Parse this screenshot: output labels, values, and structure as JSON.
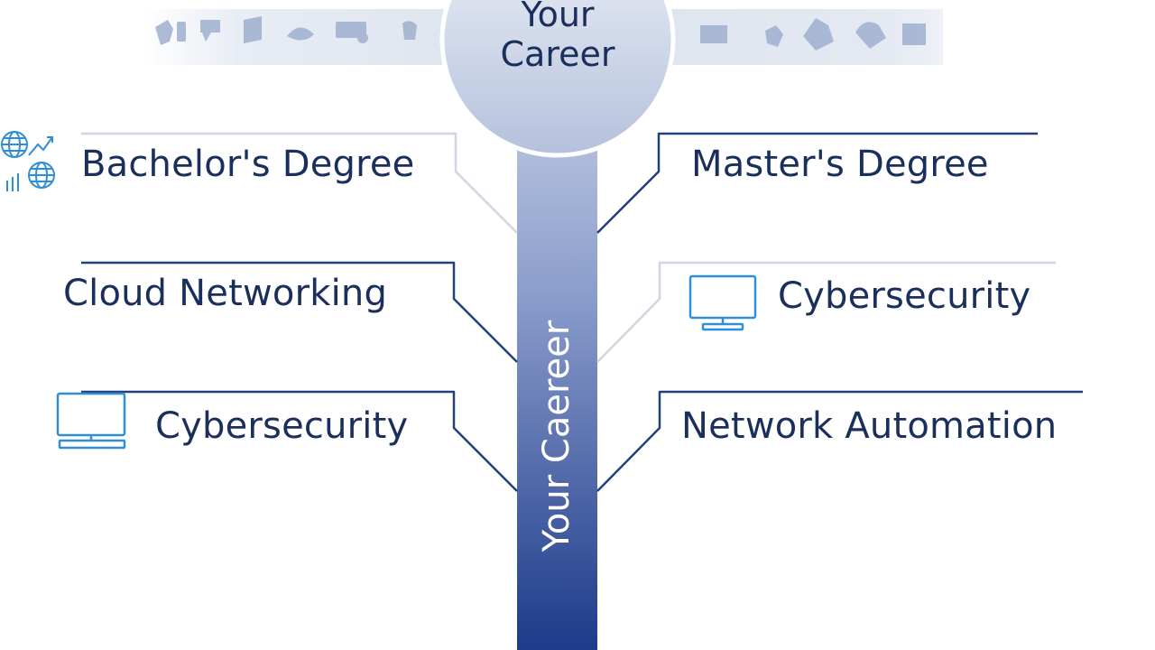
{
  "header": {
    "title_line1": "Your",
    "title_line2": "Career"
  },
  "trunk": {
    "label": "Your Caereer"
  },
  "branches": [
    {
      "label": "Bachelor's Degree",
      "side": "left",
      "icon": "network-globe-icon"
    },
    {
      "label": "Master's Degree",
      "side": "right",
      "icon": ""
    },
    {
      "label": "Cloud Networking",
      "side": "left",
      "icon": ""
    },
    {
      "label": "Cybersecurity",
      "side": "right",
      "icon": "monitor-icon"
    },
    {
      "label": "Cybersecurity",
      "side": "left",
      "icon": "monitor-icon"
    },
    {
      "label": "Network Automation",
      "side": "right",
      "icon": ""
    }
  ],
  "colors": {
    "navy_text": "#1b2f5c",
    "trunk_top": "#b9c6e0",
    "trunk_bottom": "#1d3a8a",
    "icon_blue": "#2f8fd6",
    "line_dark": "#23407e",
    "line_light": "#cfd6e2"
  }
}
